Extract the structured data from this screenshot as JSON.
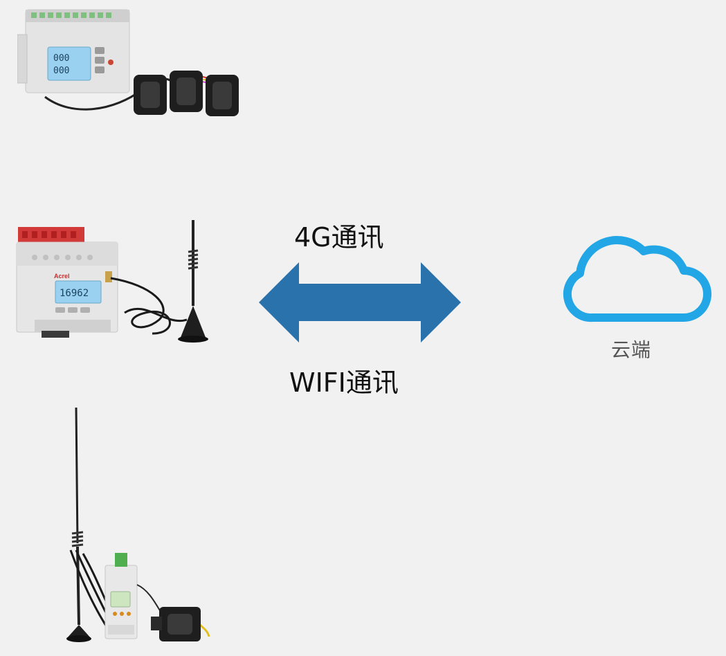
{
  "labels": {
    "comm_4g": "4G通讯",
    "comm_wifi": "WIFI通讯",
    "cloud": "云端"
  },
  "colors": {
    "arrow": "#2a72ac",
    "cloud_stroke": "#22a6e6",
    "background": "#f1f1f1"
  },
  "devices": {
    "meter_top": {
      "display_digits": "000"
    },
    "meter_middle": {
      "brand": "Acrel",
      "display_value": "16962"
    }
  }
}
